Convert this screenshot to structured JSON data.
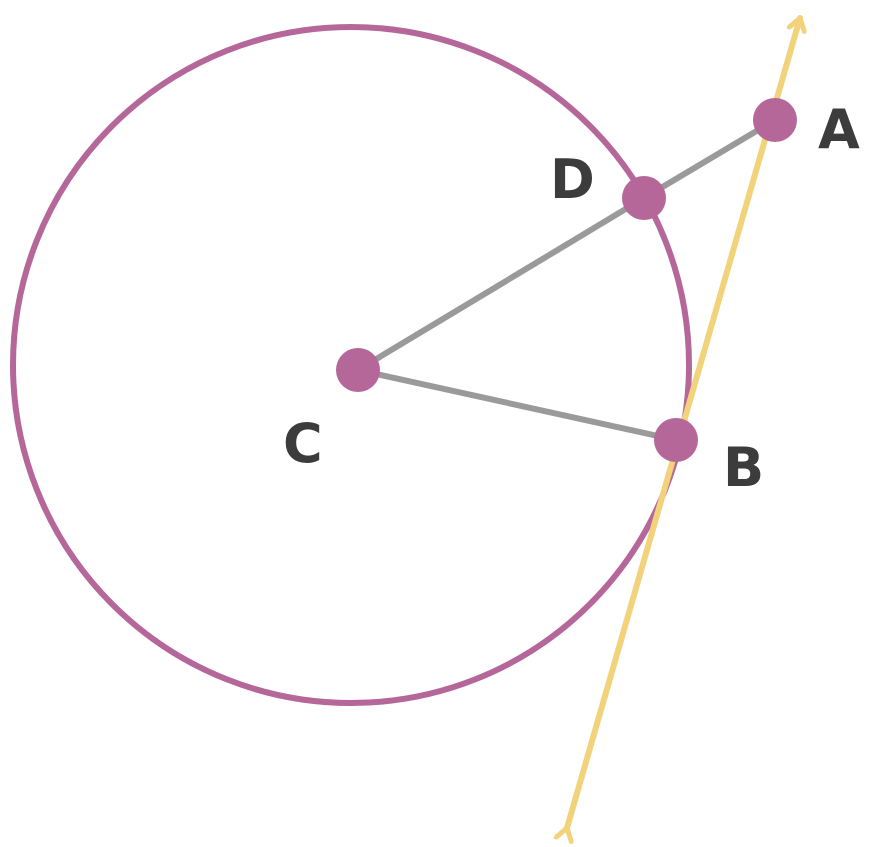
{
  "colors": {
    "circle": "#b5679a",
    "point": "#b5679a",
    "segment": "#9a9a9a",
    "tangent_line": "#f2d27a",
    "label": "#3c3c3c",
    "background": "#ffffff"
  },
  "points": {
    "A": {
      "label": "A"
    },
    "B": {
      "label": "B"
    },
    "C": {
      "label": "C"
    },
    "D": {
      "label": "D"
    }
  },
  "segments": [
    "CD",
    "DA",
    "CB"
  ],
  "tangent_line": {
    "through": "B",
    "arrows": "both"
  }
}
